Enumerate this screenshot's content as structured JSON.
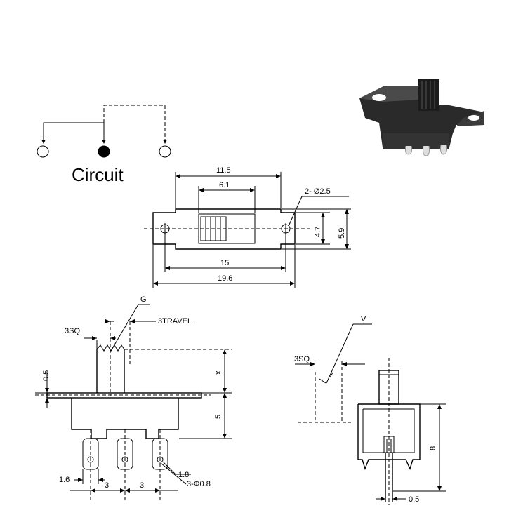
{
  "circuit": {
    "label": "Circuit"
  },
  "top_view": {
    "dim_overall_body": "11.5",
    "dim_slot": "6.1",
    "dim_holes": "2- Ø2.5",
    "dim_flange_height": "4.7",
    "dim_height": "5.9",
    "dim_hole_pitch": "15",
    "dim_total_length": "19.6"
  },
  "front_view": {
    "label_g": "G",
    "label_travel": "3TRAVEL",
    "label_sq": "3SQ",
    "dim_flange_thickness": "0.5",
    "dim_x": "x",
    "dim_body_height": "5",
    "dim_pin_width": "1.6",
    "dim_pitch_left": "3",
    "dim_pitch_right": "3",
    "dim_pin_offset": "1.8",
    "dim_pin_holes": "3-Φ0.8"
  },
  "side_view": {
    "label_v": "V",
    "label_sq": "3SQ",
    "dim_height": "8",
    "dim_pin_thickness": "0.5"
  },
  "photo": {
    "icon": "slide-switch-photo"
  }
}
